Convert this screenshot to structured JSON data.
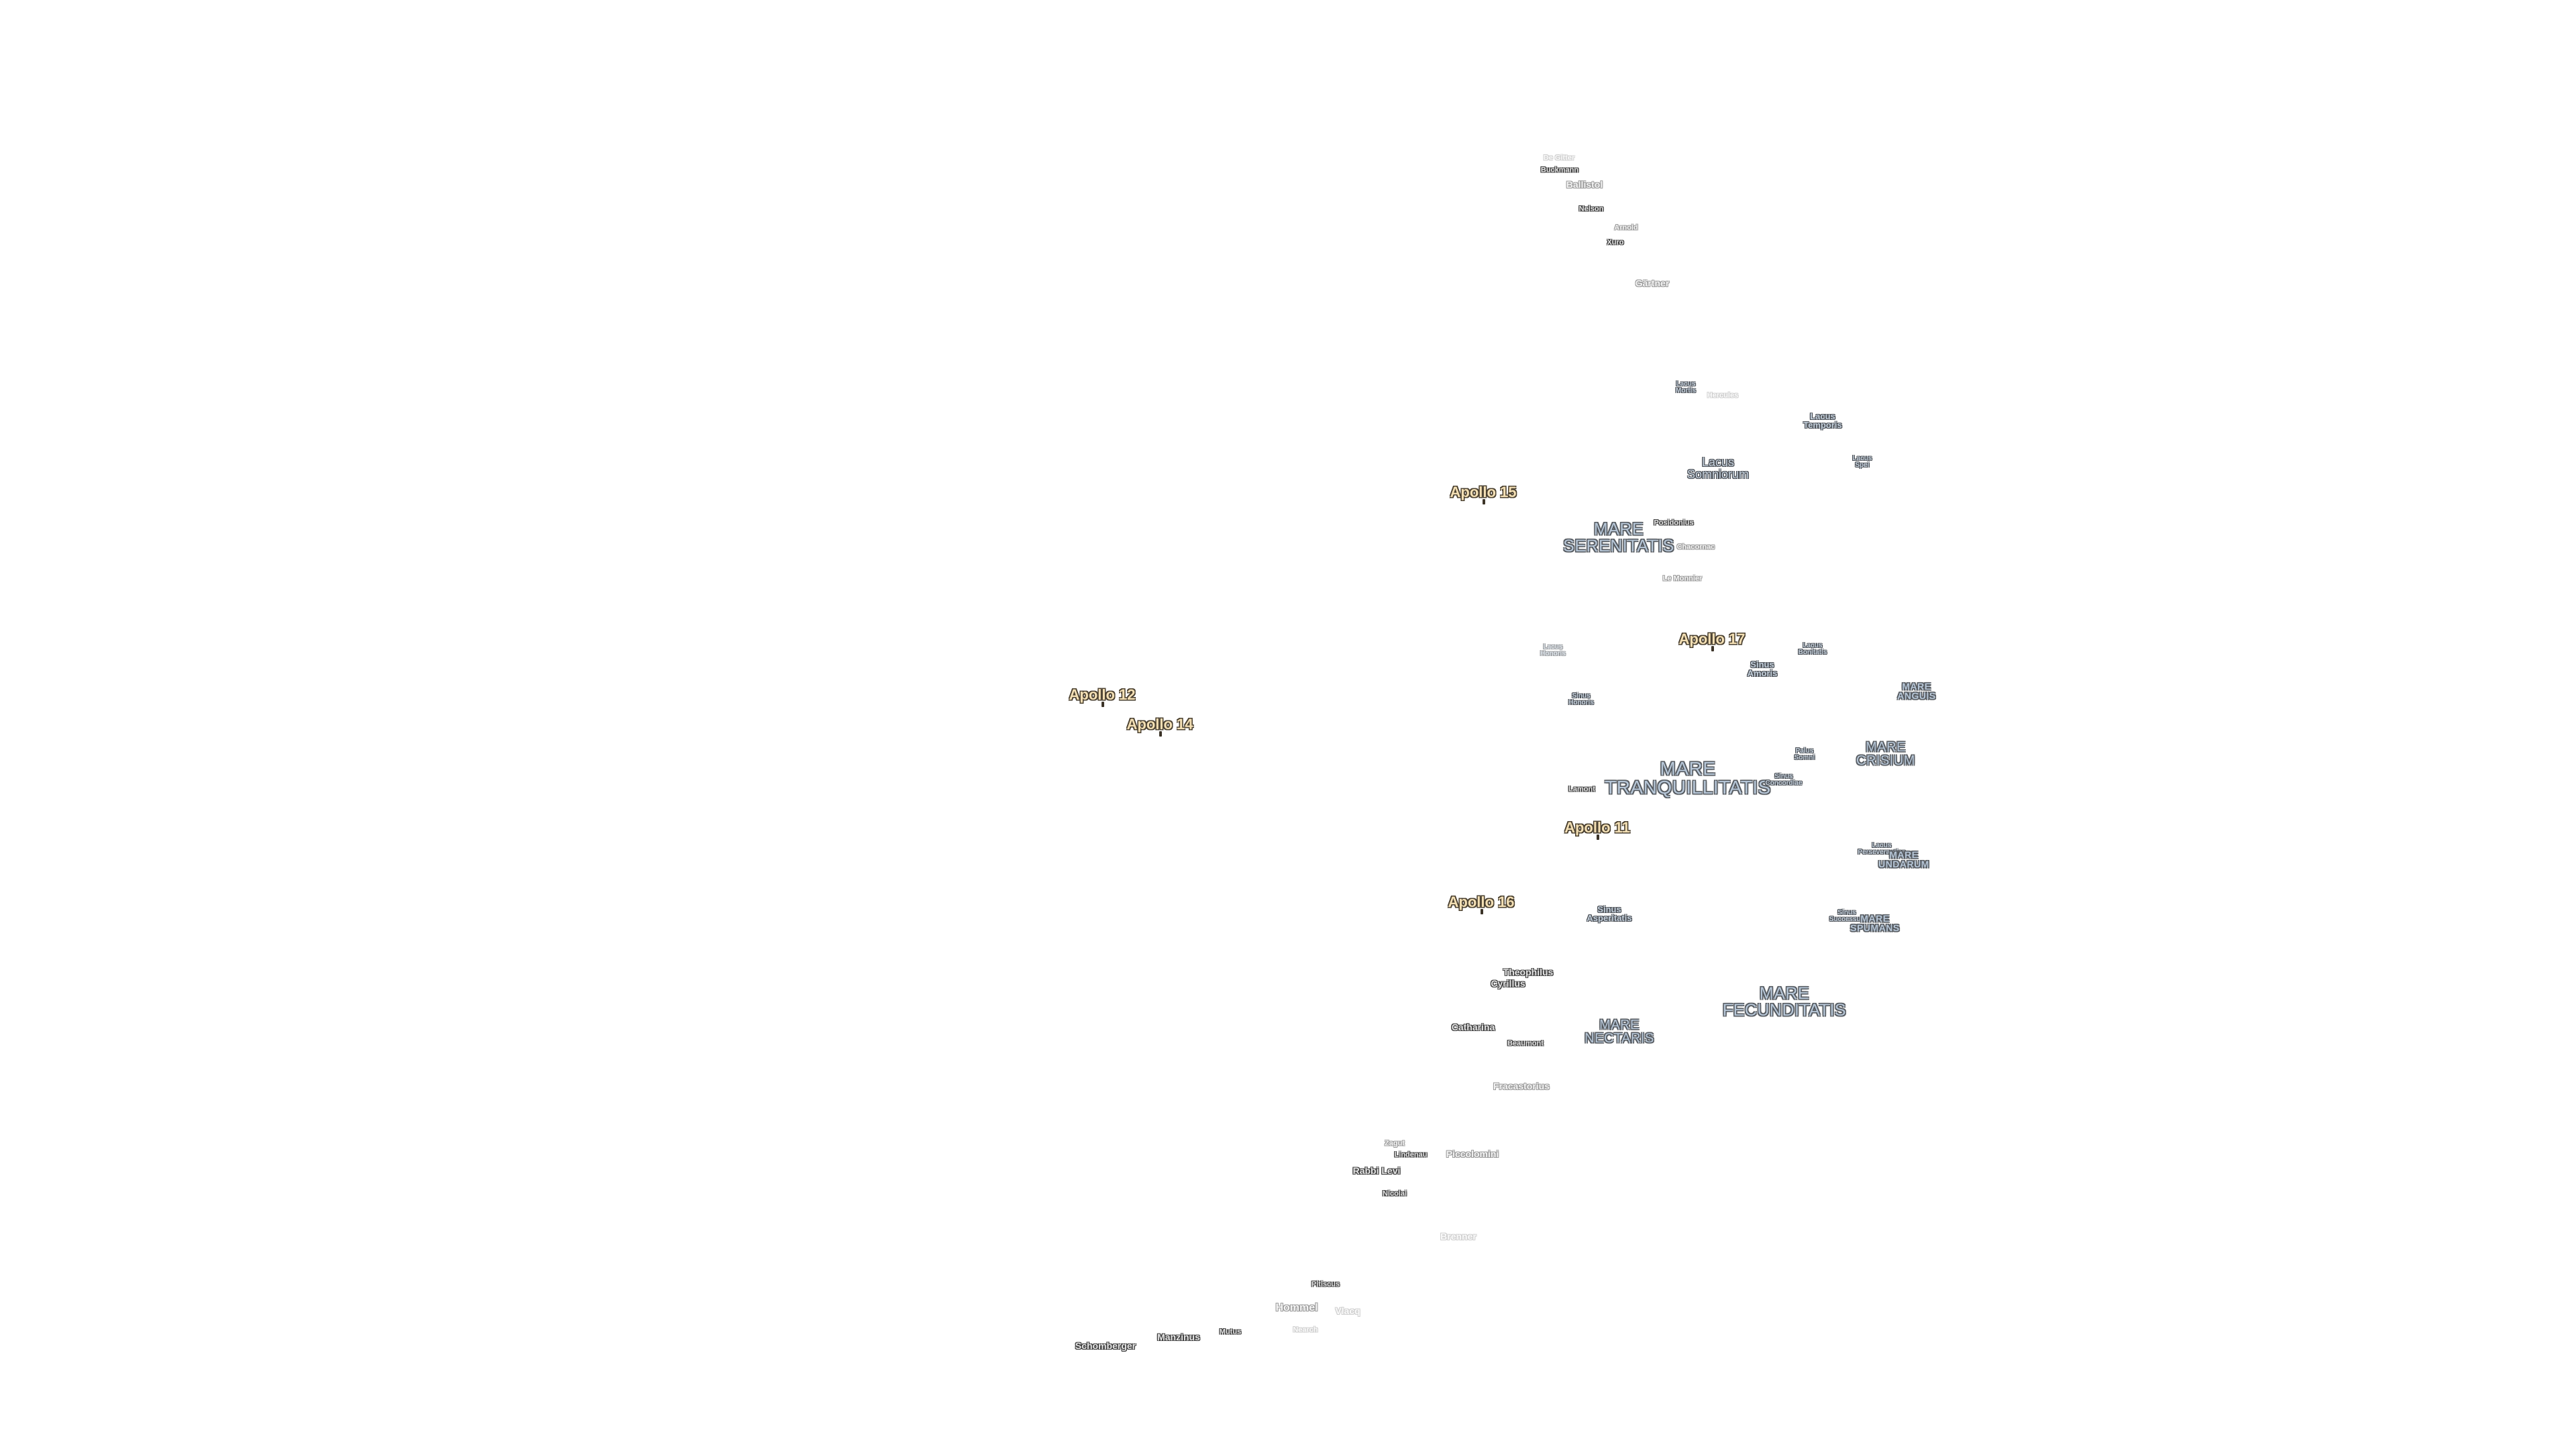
{
  "map": {
    "labels": [
      {
        "id": "de-gitter",
        "text": "De Gitter",
        "kind": "crater",
        "style": "vfaint tiny"
      },
      {
        "id": "buckmann",
        "text": "Buckmann",
        "kind": "crater",
        "style": "tiny"
      },
      {
        "id": "ballistol",
        "text": "Ballistol",
        "kind": "crater",
        "style": "faint"
      },
      {
        "id": "nelson",
        "text": "Nelson",
        "kind": "crater",
        "style": "tiny"
      },
      {
        "id": "arnold",
        "text": "Arnold",
        "kind": "crater",
        "style": "faint tiny"
      },
      {
        "id": "xuro",
        "text": "Xuro",
        "kind": "crater",
        "style": "tiny"
      },
      {
        "id": "gartner",
        "text": "Gärtner",
        "kind": "crater",
        "style": "faint"
      },
      {
        "id": "lacus-mortis",
        "text": "Lacus\nMortis",
        "kind": "lacus",
        "style": "tiny"
      },
      {
        "id": "hercules",
        "text": "Hercules",
        "kind": "crater",
        "style": "vfaint tiny"
      },
      {
        "id": "lacus-temporis",
        "text": "Lacus\nTemporis",
        "kind": "lacus",
        "style": "small"
      },
      {
        "id": "lacus-somniorum",
        "text": "Lacus\nSomniorum",
        "kind": "lacus",
        "style": ""
      },
      {
        "id": "lacus-spei",
        "text": "Lacus\nSpei",
        "kind": "lacus",
        "style": "tiny"
      },
      {
        "id": "apollo-15",
        "text": "Apollo 15",
        "kind": "apollo",
        "style": ""
      },
      {
        "id": "mare-serenitatis",
        "text": "MARE\nSERENITATIS",
        "kind": "mare",
        "style": ""
      },
      {
        "id": "posidonius",
        "text": "Posidonius",
        "kind": "crater",
        "style": "tiny"
      },
      {
        "id": "chacornac",
        "text": "Chacornac",
        "kind": "crater",
        "style": "faint tiny"
      },
      {
        "id": "le-monnier",
        "text": "Le Monnier",
        "kind": "crater",
        "style": "faint tiny"
      },
      {
        "id": "apollo-17",
        "text": "Apollo 17",
        "kind": "apollo",
        "style": ""
      },
      {
        "id": "lacus-bonitatis",
        "text": "Lacus\nBonitatis",
        "kind": "lacus",
        "style": "tiny"
      },
      {
        "id": "lacus-honoris",
        "text": "Lacus\nHonoris",
        "kind": "lacus",
        "style": "tiny faint"
      },
      {
        "id": "sinus-amoris",
        "text": "Sinus\nAmoris",
        "kind": "lacus",
        "style": "small"
      },
      {
        "id": "sinus-honoris",
        "text": "Sinus\nHonoris",
        "kind": "lacus",
        "style": "tiny"
      },
      {
        "id": "mare-anguis",
        "text": "MARE\nANGUIS",
        "kind": "mare",
        "style": "small"
      },
      {
        "id": "apollo-12",
        "text": "Apollo 12",
        "kind": "apollo",
        "style": ""
      },
      {
        "id": "apollo-14",
        "text": "Apollo 14",
        "kind": "apollo",
        "style": ""
      },
      {
        "id": "palus-somni",
        "text": "Palus\nSomni",
        "kind": "lacus",
        "style": "tiny"
      },
      {
        "id": "mare-crisium",
        "text": "MARE\nCRISIUM",
        "kind": "mare",
        "style": "med"
      },
      {
        "id": "mare-tranquillitatis",
        "text": "MARE\nTRANQUILLITATIS",
        "kind": "mare",
        "style": "big"
      },
      {
        "id": "lamont",
        "text": "Lamont",
        "kind": "crater",
        "style": "tiny"
      },
      {
        "id": "sinus-concordiae",
        "text": "Sinus\nConcordiae",
        "kind": "lacus",
        "style": "tiny"
      },
      {
        "id": "apollo-11",
        "text": "Apollo 11",
        "kind": "apollo",
        "style": ""
      },
      {
        "id": "lacus-perseverantiae",
        "text": "Lacus\nPerseverantiae",
        "kind": "lacus",
        "style": "tiny"
      },
      {
        "id": "mare-undarum",
        "text": "MARE\nUNDARUM",
        "kind": "mare",
        "style": "small"
      },
      {
        "id": "apollo-16",
        "text": "Apollo 16",
        "kind": "apollo",
        "style": ""
      },
      {
        "id": "sinus-asperitatis",
        "text": "Sinus\nAsperitatis",
        "kind": "lacus",
        "style": "small"
      },
      {
        "id": "sinus-successus",
        "text": "Sinus\nSuccessus",
        "kind": "lacus",
        "style": "tiny"
      },
      {
        "id": "mare-spumans",
        "text": "MARE\nSPUMANS",
        "kind": "mare",
        "style": "small"
      },
      {
        "id": "theophilus",
        "text": "Theophilus",
        "kind": "crater",
        "style": ""
      },
      {
        "id": "cyrillus",
        "text": "Cyrillus",
        "kind": "crater",
        "style": ""
      },
      {
        "id": "mare-fecunditatis",
        "text": "MARE\nFECUNDITATIS",
        "kind": "mare",
        "style": ""
      },
      {
        "id": "catharina",
        "text": "Catharina",
        "kind": "crater",
        "style": ""
      },
      {
        "id": "mare-nectaris",
        "text": "MARE\nNECTARIS",
        "kind": "mare",
        "style": "med"
      },
      {
        "id": "beaumont",
        "text": "Beaumont",
        "kind": "crater",
        "style": "tiny"
      },
      {
        "id": "fracastorius",
        "text": "Fracastorius",
        "kind": "crater",
        "style": "faint"
      },
      {
        "id": "zagut",
        "text": "Zagut",
        "kind": "crater",
        "style": "faint tiny"
      },
      {
        "id": "lindenau",
        "text": "Lindenau",
        "kind": "crater",
        "style": "tiny"
      },
      {
        "id": "piccolomini",
        "text": "Piccolomini",
        "kind": "crater",
        "style": "faint"
      },
      {
        "id": "rabbi-levi",
        "text": "Rabbi Levi",
        "kind": "crater",
        "style": ""
      },
      {
        "id": "nicolai",
        "text": "Nicolai",
        "kind": "crater",
        "style": "tiny"
      },
      {
        "id": "brenner",
        "text": "Brenner",
        "kind": "crater",
        "style": "vfaint"
      },
      {
        "id": "pitiscus",
        "text": "Pitiscus",
        "kind": "crater",
        "style": "tiny"
      },
      {
        "id": "hommel",
        "text": "Hommel",
        "kind": "crater",
        "style": "faint med"
      },
      {
        "id": "vlacq",
        "text": "Vlacq",
        "kind": "crater",
        "style": "vfaint"
      },
      {
        "id": "nearch",
        "text": "Nearch",
        "kind": "crater",
        "style": "vfaint tiny"
      },
      {
        "id": "mutus",
        "text": "Mutus",
        "kind": "crater",
        "style": "tiny"
      },
      {
        "id": "manzinus",
        "text": "Manzinus",
        "kind": "crater",
        "style": ""
      },
      {
        "id": "schomberger",
        "text": "Schomberger",
        "kind": "crater",
        "style": ""
      }
    ]
  }
}
